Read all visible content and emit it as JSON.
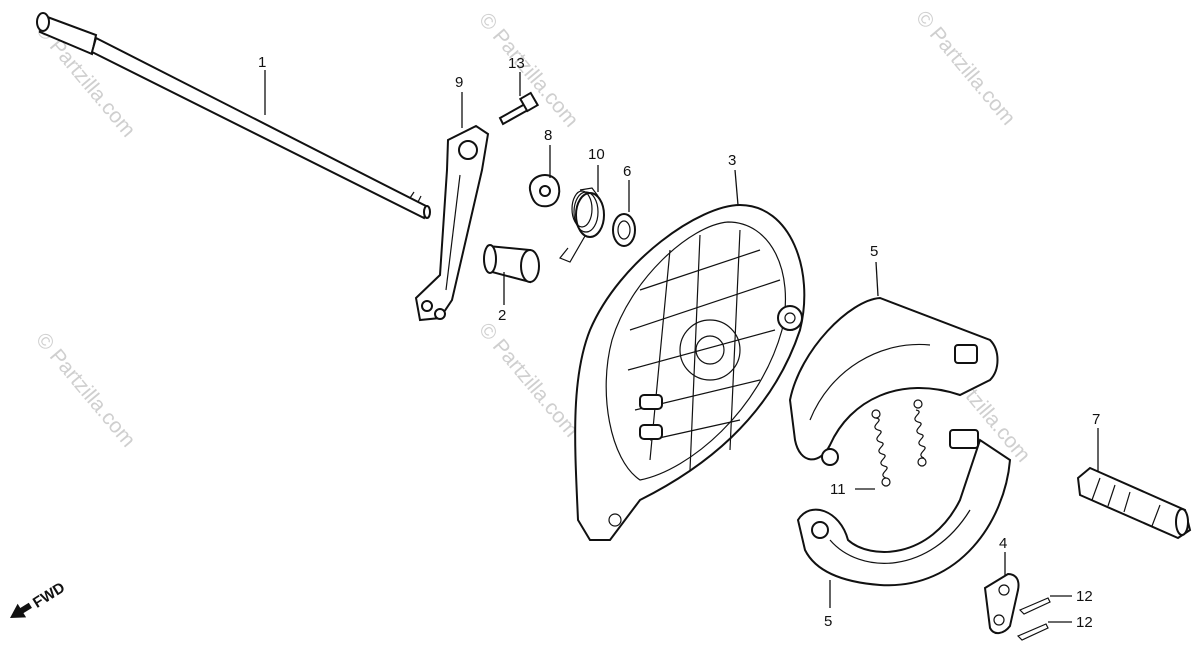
{
  "callouts": {
    "c1": "1",
    "c2": "2",
    "c3": "3",
    "c4": "4",
    "c5a": "5",
    "c5b": "5",
    "c6": "6",
    "c7": "7",
    "c8": "8",
    "c9": "9",
    "c10": "10",
    "c11": "11",
    "c12a": "12",
    "c12b": "12",
    "c13": "13"
  },
  "watermarks": {
    "w1": "© Partzilla.com",
    "w2": "© Partzilla.com",
    "w3": "© Partzilla.com",
    "w4": "© Partzilla.com",
    "w5": "© Partzilla.com",
    "w6": "© Partzilla.com"
  },
  "direction": {
    "label": "FWD",
    "icon": "arrow-left-icon"
  }
}
